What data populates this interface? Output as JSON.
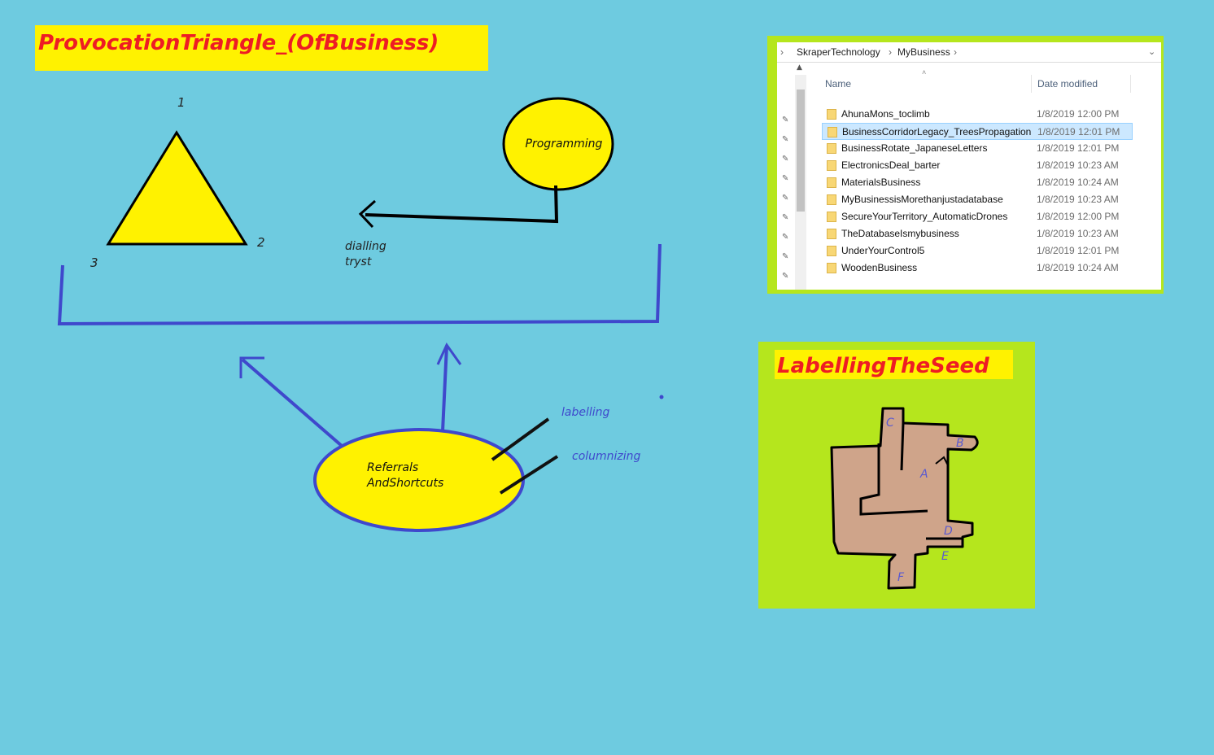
{
  "banners": {
    "provocation": "ProvocationTriangle_(OfBusiness)",
    "labelling": "LabellingTheSeed"
  },
  "triangle": {
    "vertex_1": "1",
    "vertex_2": "2",
    "vertex_3": "3"
  },
  "nodes": {
    "programming": "Programming",
    "referrals_line1": "Referrals",
    "referrals_line2": "AndShortcuts"
  },
  "labels": {
    "dialling": "dialling",
    "tryst": "tryst",
    "labelling": "labelling",
    "columnizing": "columnizing"
  },
  "seed_parts": {
    "a": "A",
    "b": "B",
    "c": "C",
    "d": "D",
    "e": "E",
    "f": "F"
  },
  "explorer": {
    "breadcrumb": [
      "SkraperTechnology",
      "MyBusiness"
    ],
    "columns": {
      "name": "Name",
      "date": "Date modified"
    },
    "rows": [
      {
        "name": "AhunaMons_toclimb",
        "date": "1/8/2019 12:00 PM"
      },
      {
        "name": "BusinessCorridorLegacy_TreesPropagation",
        "date": "1/8/2019 12:01 PM",
        "selected": true
      },
      {
        "name": "BusinessRotate_JapaneseLetters",
        "date": "1/8/2019 12:01 PM"
      },
      {
        "name": "ElectronicsDeal_barter",
        "date": "1/8/2019 10:23 AM"
      },
      {
        "name": "MaterialsBusiness",
        "date": "1/8/2019 10:24 AM"
      },
      {
        "name": "MyBusinessisMorethanjustadatabase",
        "date": "1/8/2019 10:23 AM"
      },
      {
        "name": "SecureYourTerritory_AutomaticDrones",
        "date": "1/8/2019 12:00 PM"
      },
      {
        "name": "TheDatabaseIsmybusiness",
        "date": "1/8/2019 10:23 AM"
      },
      {
        "name": "UnderYourControl5",
        "date": "1/8/2019 12:01 PM"
      },
      {
        "name": "WoodenBusiness",
        "date": "1/8/2019 10:24 AM"
      }
    ]
  },
  "colors": {
    "background": "#6ecbe0",
    "banner_fill": "#fff200",
    "banner_text": "#ee1c24",
    "blue_stroke": "#3f48cc",
    "seed_panel": "#b5e61d",
    "seed_fill": "#cfa48a"
  }
}
